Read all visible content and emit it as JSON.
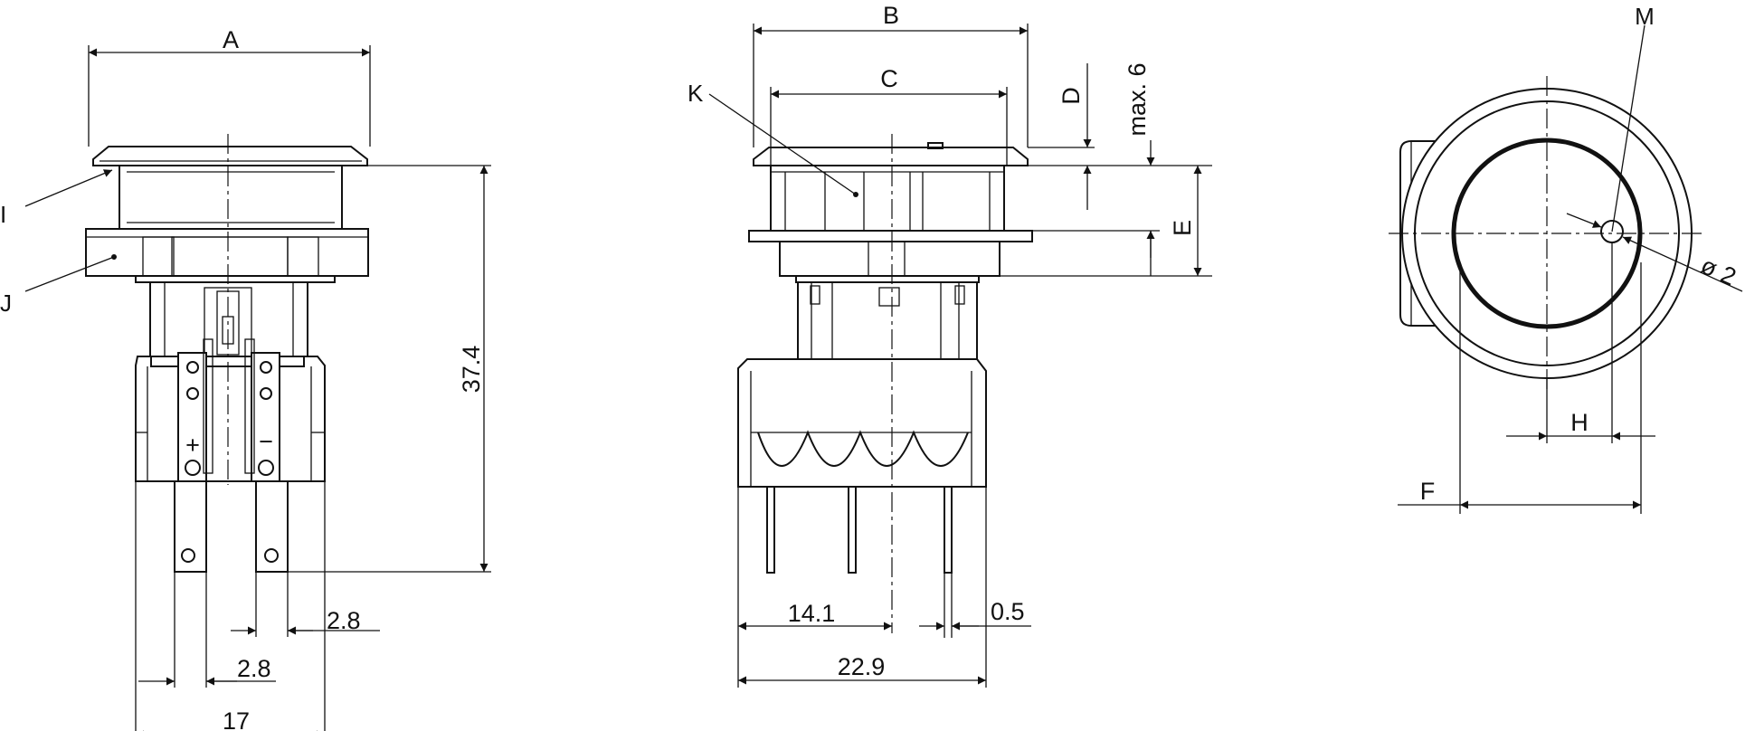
{
  "labels": {
    "A": "A",
    "B": "B",
    "C": "C",
    "D": "D",
    "E": "E",
    "F": "F",
    "H": "H",
    "I": "I",
    "J": "J",
    "K": "K",
    "M": "M"
  },
  "dimensions": {
    "height_total": "37.4",
    "pin_width_right": "2.8",
    "pin_width_left": "2.8",
    "body_width": "17",
    "pin_offset": "14.1",
    "pin_thickness": "0.5",
    "body_depth": "22.9",
    "max_travel": "max. 6",
    "hole_diameter": "ø 2"
  },
  "polarity": {
    "plus": "+",
    "minus": "−"
  }
}
